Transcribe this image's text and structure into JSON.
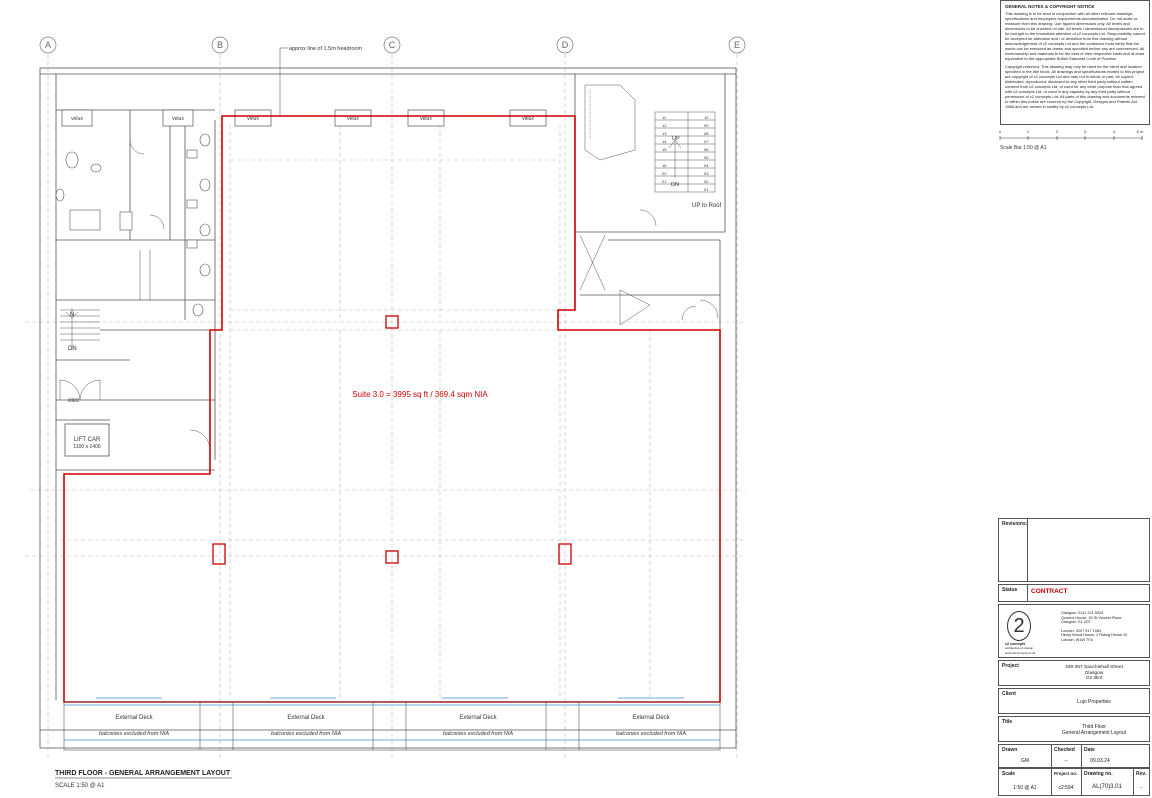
{
  "drawing": {
    "title": "THIRD FLOOR - GENERAL ARRANGEMENT LAYOUT",
    "scale": "SCALE 1:50 @ A1",
    "grid_labels": [
      "A",
      "B",
      "C",
      "D",
      "E"
    ],
    "headroom_note": "approx line of 1.5m headroom",
    "suite_label": "Suite 3.0 = 3995 sq ft / 369.4 sqm NIA",
    "velux_label": "velux",
    "lift_label": "LIFT CAR",
    "lift_size": "1100 x 1400",
    "elec_label": "elec",
    "stair_up": "UP",
    "stair_dn": "DN",
    "stair_n": "N",
    "up_to_roof": "UP to Roof",
    "external_deck": "External Deck",
    "balconies_note": "balconies excluded from NIA",
    "stair_numbers_left": [
      "11",
      "12",
      "13",
      "14",
      "15",
      "16",
      "20",
      "21"
    ],
    "stair_numbers_right": [
      "10",
      "09",
      "08",
      "07",
      "06",
      "05",
      "04",
      "03",
      "02",
      "01"
    ]
  },
  "notes": {
    "heading": "GENERAL NOTES & COPYRIGHT NOTICE",
    "para1": "This drawing is to be read in conjunction with all other relevant drawings, specifications and employers requirements documentation. Do not scale or measure from this drawing. Use figured dimensions only. All levels and dimensions to be checked on site. All levels / dimensional discrepancies are to be brought to the immediate attention of c2 concepts Ltd. Responsibility cannot be accepted for alteration and / or deviation from this drawing without acknowledgement of c2 concepts Ltd and the contractor must verify that the works can be executed as drawn and specified before any are commenced. All workmanship and materials to be the best of their respective kinds and at least equivalent to the appropriate British Standard Code of Practice.",
    "para2": "Copyright reserved. This drawing may only be used for the client and location specified in the title block. All drawings and specifications related to this project are copyright of c2 concepts Ltd and may not in whole or part, be copied, distributed, reproduced, disclosed to any other third party without written consent from c2 concepts Ltd, or used for any other purpose than that agreed with c2 concepts Ltd, or used in any capacity by any third party without permission of c2 concepts Ltd. All parts of this drawing and documents referred to within this notice are covered by the Copyright, Designs and Patents Act 1988 and are owned in totality by c2 concepts Ltd."
  },
  "scale_bar": {
    "ticks": [
      "0",
      "1",
      "2",
      "3",
      "4",
      "5 m"
    ],
    "caption": "Scale Bar 1:50 @ A1"
  },
  "title_block": {
    "revisions_label": "Revisions:",
    "status_label": "Status",
    "status_value": "CONTRACT",
    "status_color": "#cc0000",
    "office_glasgow": "Glasgow: 0141 221 5029",
    "office_glasgow_addr1": "Queens House, 29 St Vincent Place",
    "office_glasgow_addr2": "Glasgow, G1 2DT",
    "office_london": "London: 0207 917 1084",
    "office_london_addr1": "Henry Wood House, 2 Riding House St",
    "office_london_addr2": "London, W1W 7FA",
    "logo_text1": "c2 concepts",
    "logo_text2": "architecture & design",
    "website": "www.c2concepts.co.uk",
    "project_label": "Project",
    "project_line1": "349-357 Sauchiehall Street",
    "project_line2": "Glasgow",
    "project_line3": "G2 3EX",
    "client_label": "Client",
    "client_value": "Lujo Properties",
    "title_label": "Title",
    "title_line1": "Third Floor",
    "title_line2": "General Arrangement Layout",
    "drawn_label": "Drawn",
    "drawn_value": "GM",
    "checked_label": "Checked",
    "checked_value": "--",
    "date_label": "Date",
    "date_value": "09.03.24",
    "scale_label": "Scale",
    "scale_value": "1:50 @ A1",
    "projectno_label": "Project no.",
    "projectno_value": "c2:594",
    "drawingno_label": "Drawing no.",
    "drawingno_value": "AL(70)3.01",
    "rev_label": "Rev.",
    "rev_value": "-"
  },
  "colors": {
    "boundary": "#cc0000",
    "linework": "#444444",
    "faint": "#bbbbbb",
    "glazing": "#3b8fd6"
  }
}
